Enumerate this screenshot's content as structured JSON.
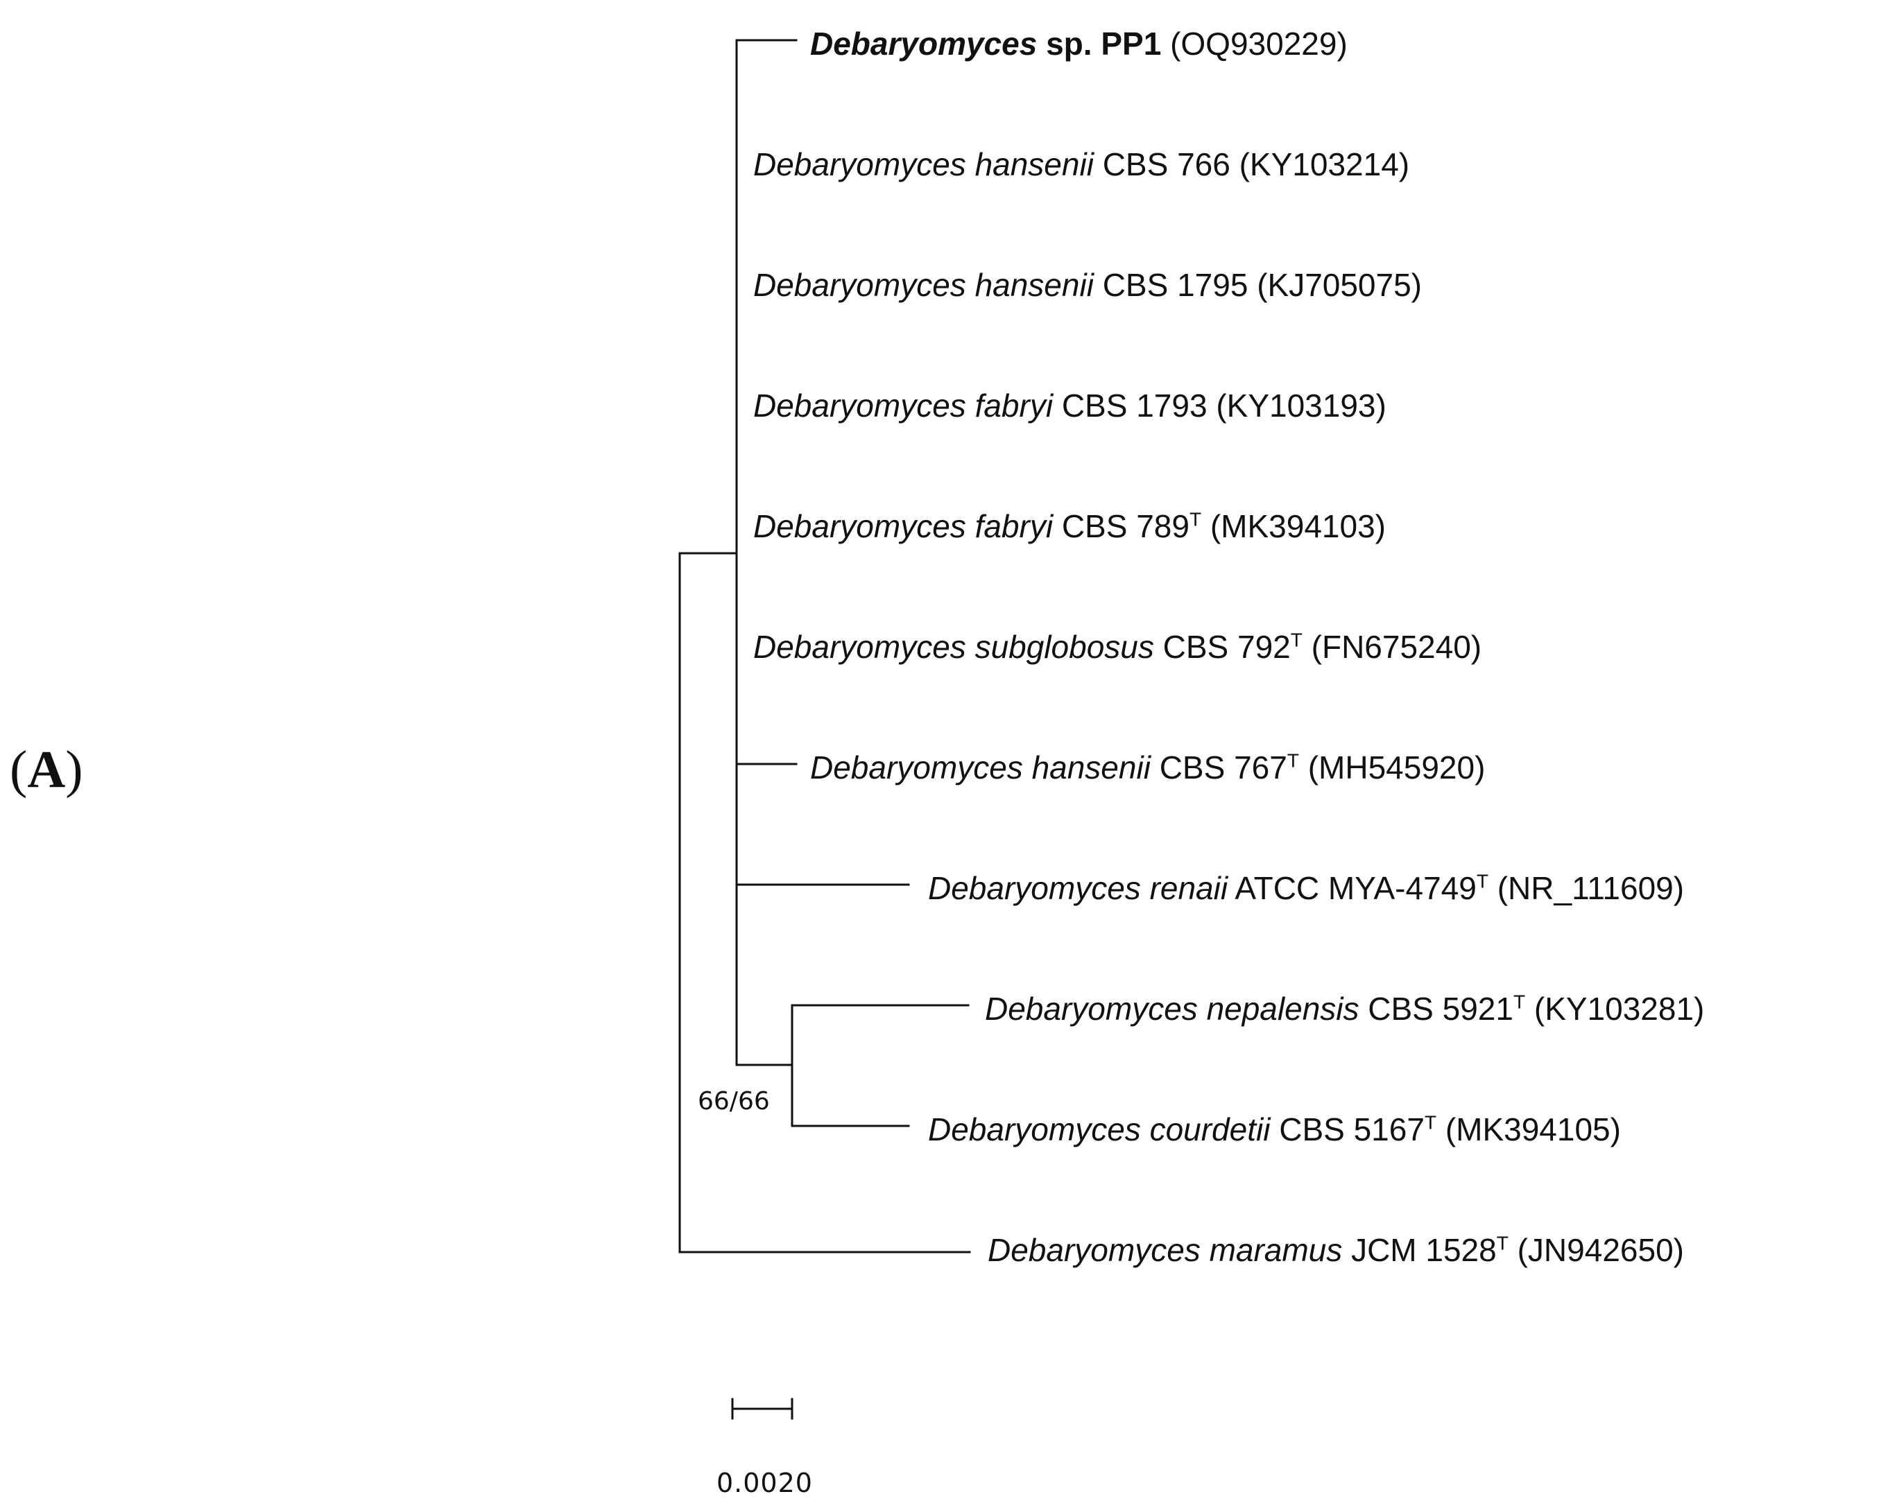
{
  "panel_label": {
    "open": "(",
    "letter": "A",
    "close": ")"
  },
  "taxa": [
    {
      "genus": "Debaryomyces",
      "species": "",
      "strain": "sp. PP1",
      "type_strain": "",
      "accession": "(OQ930229)",
      "bold": true
    },
    {
      "genus": "Debaryomyces",
      "species": "hansenii",
      "strain": "CBS 766",
      "type_strain": "",
      "accession": "(KY103214)",
      "bold": false
    },
    {
      "genus": "Debaryomyces",
      "species": "hansenii",
      "strain": "CBS 1795",
      "type_strain": "",
      "accession": "(KJ705075)",
      "bold": false
    },
    {
      "genus": "Debaryomyces",
      "species": "fabryi",
      "strain": "CBS 1793",
      "type_strain": "",
      "accession": "(KY103193)",
      "bold": false
    },
    {
      "genus": "Debaryomyces",
      "species": "fabryi",
      "strain": "CBS 789",
      "type_strain": "T",
      "accession": "(MK394103)",
      "bold": false
    },
    {
      "genus": "Debaryomyces",
      "species": "subglobosus",
      "strain": "CBS 792",
      "type_strain": "T",
      "accession": "(FN675240)",
      "bold": false
    },
    {
      "genus": "Debaryomyces",
      "species": "hansenii",
      "strain": "CBS 767",
      "type_strain": "T",
      "accession": "(MH545920)",
      "bold": false
    },
    {
      "genus": "Debaryomyces",
      "species": "renaii",
      "strain": "ATCC MYA-4749",
      "type_strain": "T",
      "accession": "(NR_111609)",
      "bold": false
    },
    {
      "genus": "Debaryomyces",
      "species": "nepalensis",
      "strain": "CBS 5921",
      "type_strain": "T",
      "accession": "(KY103281)",
      "bold": false
    },
    {
      "genus": "Debaryomyces",
      "species": "courdetii",
      "strain": "CBS 5167",
      "type_strain": "T",
      "accession": "(MK394105)",
      "bold": false
    },
    {
      "genus": "Debaryomyces",
      "species": "maramus",
      "strain": "JCM 1528",
      "type_strain": "T",
      "accession": "(JN942650)",
      "bold": false
    }
  ],
  "support_values": [
    "66/66"
  ],
  "scale_bar": {
    "label": "0.0020",
    "length": 0.002
  },
  "line_color": "#111111"
}
